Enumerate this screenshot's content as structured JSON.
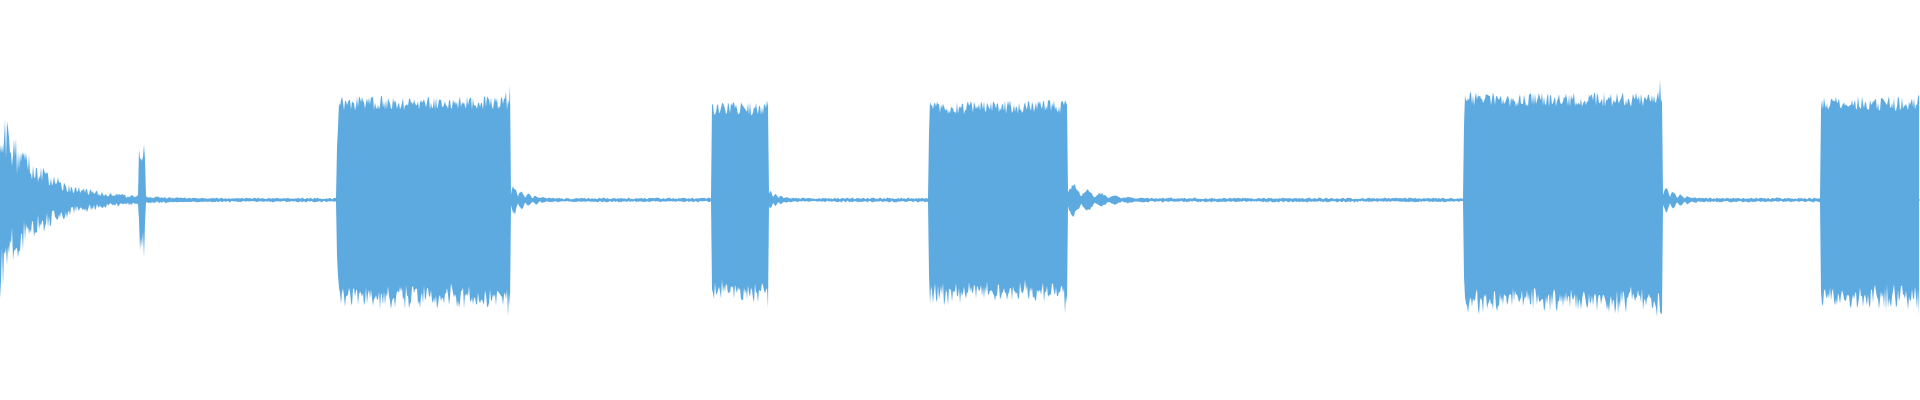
{
  "waveform": {
    "color": "#5DAAE0",
    "background": "#ffffff",
    "duration_fraction_segments": [
      {
        "name": "intro-decay",
        "type": "decay",
        "start": 0.0,
        "end": 0.172,
        "peak": 0.45
      },
      {
        "name": "burst-1",
        "type": "burst",
        "start": 0.1755,
        "end": 0.266,
        "peak": 0.52
      },
      {
        "name": "burst-1-tail",
        "type": "ring",
        "start": 0.266,
        "end": 0.3,
        "peak": 0.09
      },
      {
        "name": "burst-2",
        "type": "burst",
        "start": 0.3705,
        "end": 0.4,
        "peak": 0.49
      },
      {
        "name": "burst-2-tail",
        "type": "ring",
        "start": 0.4,
        "end": 0.425,
        "peak": 0.06
      },
      {
        "name": "burst-3",
        "type": "burst",
        "start": 0.4835,
        "end": 0.556,
        "peak": 0.5
      },
      {
        "name": "burst-3-tail",
        "type": "ring",
        "start": 0.556,
        "end": 0.62,
        "peak": 0.1
      },
      {
        "name": "burst-4",
        "type": "burst",
        "start": 0.762,
        "end": 0.866,
        "peak": 0.54
      },
      {
        "name": "burst-4-tail",
        "type": "ring",
        "start": 0.866,
        "end": 0.9,
        "peak": 0.08
      },
      {
        "name": "burst-5",
        "type": "burst",
        "start": 0.948,
        "end": 1.0,
        "peak": 0.52
      }
    ],
    "baseline_noise": 0.008
  }
}
